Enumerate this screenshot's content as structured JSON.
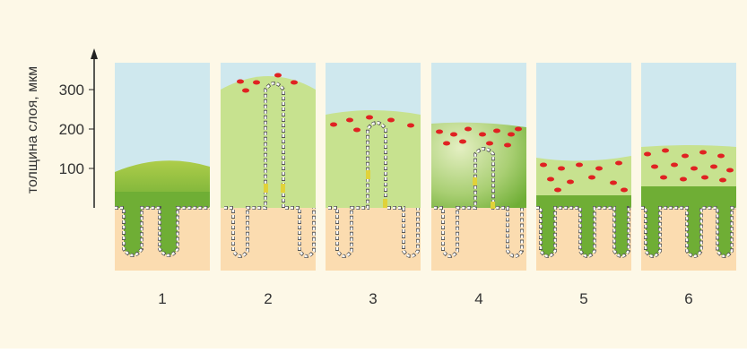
{
  "axis": {
    "label": "толщина слоя, мкм",
    "ticks": [
      {
        "value": 100,
        "label": "100"
      },
      {
        "value": 200,
        "label": "200"
      },
      {
        "value": 300,
        "label": "300"
      }
    ]
  },
  "panels": [
    {
      "label": "1"
    },
    {
      "label": "2"
    },
    {
      "label": "3"
    },
    {
      "label": "4"
    },
    {
      "label": "5"
    },
    {
      "label": "6"
    }
  ],
  "colors": {
    "background": "#fdf8e7",
    "lumen": "#cfe8ee",
    "tissue": "#fbdcb0",
    "mucus_dark": "#6fae35",
    "mucus_light": "#c7e28f",
    "red_cell": "#e02222",
    "epithelium_fill": "#ffffff",
    "epithelium_stroke": "#555555",
    "yellow_mark": "#e0d23a"
  }
}
